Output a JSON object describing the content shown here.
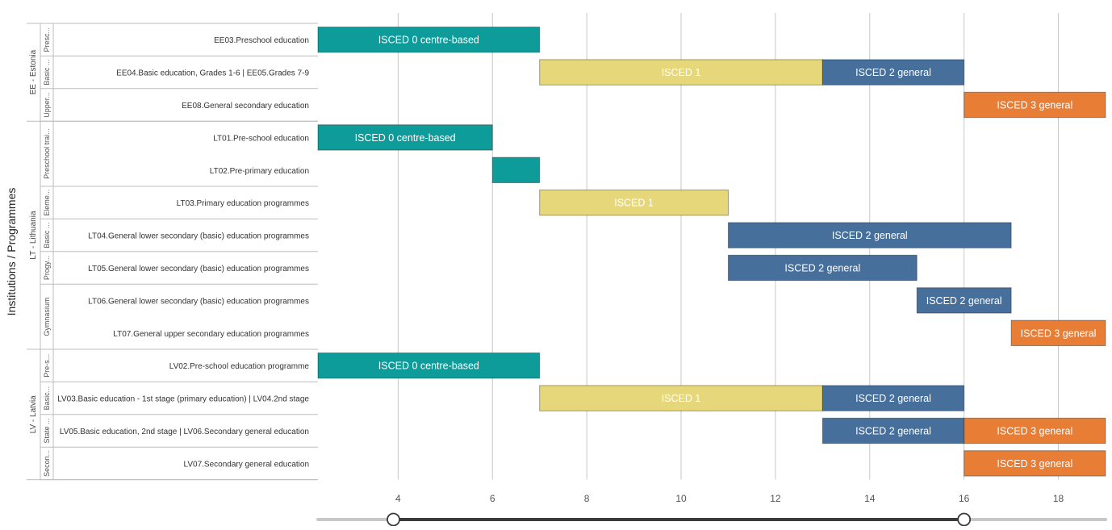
{
  "chart_data": {
    "type": "gantt-bar",
    "ylabel": "Institutions / Programmes",
    "x_ticks": [
      4,
      6,
      8,
      10,
      12,
      14,
      16,
      18
    ],
    "xlim": [
      2.3,
      19
    ],
    "slider": {
      "min_value": 3.9,
      "max_value": 16.0
    },
    "colors": {
      "ISCED 0 centre-based": "#0E9C9A",
      "ISCED 1": "#E6D87A",
      "ISCED 2 general": "#466F9B",
      "ISCED 3 general": "#E87D36"
    },
    "countries": [
      {
        "label": "EE - Estonia",
        "start_row": 0,
        "end_row": 2
      },
      {
        "label": "LT - Lithuania",
        "start_row": 3,
        "end_row": 9
      },
      {
        "label": "LV - Latvia",
        "start_row": 10,
        "end_row": 13
      }
    ],
    "institutions": [
      {
        "label": "Presc...",
        "start_row": 0,
        "end_row": 0
      },
      {
        "label": "Basic ...",
        "start_row": 1,
        "end_row": 1
      },
      {
        "label": "Upper...",
        "start_row": 2,
        "end_row": 2
      },
      {
        "label": "Preschool trai...",
        "start_row": 3,
        "end_row": 4
      },
      {
        "label": "Eleme...",
        "start_row": 5,
        "end_row": 5
      },
      {
        "label": "Basic ...",
        "start_row": 6,
        "end_row": 6
      },
      {
        "label": "Progy...",
        "start_row": 7,
        "end_row": 7
      },
      {
        "label": "Gymnasium",
        "start_row": 8,
        "end_row": 9
      },
      {
        "label": "Pre-s...",
        "start_row": 10,
        "end_row": 10
      },
      {
        "label": "Basic...",
        "start_row": 11,
        "end_row": 11
      },
      {
        "label": "State ...",
        "start_row": 12,
        "end_row": 12
      },
      {
        "label": "Secon...",
        "start_row": 13,
        "end_row": 13
      }
    ],
    "programmes": [
      "EE03.Preschool education",
      "EE04.Basic education, Grades 1-6 | EE05.Grades 7-9",
      "EE08.General secondary education",
      "LT01.Pre-school education",
      "LT02.Pre-primary education",
      "LT03.Primary education programmes",
      "LT04.General lower secondary (basic) education programmes",
      "LT05.General lower secondary (basic) education programmes",
      "LT06.General lower secondary (basic) education programmes",
      "LT07.General upper secondary education programmes",
      "LV02.Pre-school education programme",
      "LV03.Basic education - 1st stage (primary education) | LV04.2nd stage",
      "LV05.Basic education, 2nd stage | LV06.Secondary general education",
      "LV07.Secondary general education"
    ],
    "bars": [
      {
        "row": 0,
        "start": 2.3,
        "end": 7,
        "level": "ISCED 0 centre-based",
        "label": "ISCED 0 centre-based"
      },
      {
        "row": 1,
        "start": 7,
        "end": 13,
        "level": "ISCED 1",
        "label": "ISCED 1"
      },
      {
        "row": 1,
        "start": 13,
        "end": 16,
        "level": "ISCED 2 general",
        "label": "ISCED 2 general"
      },
      {
        "row": 2,
        "start": 16,
        "end": 19,
        "level": "ISCED 3 general",
        "label": "ISCED 3 general"
      },
      {
        "row": 3,
        "start": 2.3,
        "end": 6,
        "level": "ISCED 0 centre-based",
        "label": "ISCED 0 centre-based"
      },
      {
        "row": 4,
        "start": 6,
        "end": 7,
        "level": "ISCED 0 centre-based",
        "label": ""
      },
      {
        "row": 5,
        "start": 7,
        "end": 11,
        "level": "ISCED 1",
        "label": "ISCED 1"
      },
      {
        "row": 6,
        "start": 11,
        "end": 17,
        "level": "ISCED 2 general",
        "label": "ISCED 2 general"
      },
      {
        "row": 7,
        "start": 11,
        "end": 15,
        "level": "ISCED 2 general",
        "label": "ISCED 2 general"
      },
      {
        "row": 8,
        "start": 15,
        "end": 17,
        "level": "ISCED 2 general",
        "label": "ISCED 2 general"
      },
      {
        "row": 9,
        "start": 17,
        "end": 19,
        "level": "ISCED 3 general",
        "label": "ISCED 3 general"
      },
      {
        "row": 10,
        "start": 2.3,
        "end": 7,
        "level": "ISCED 0 centre-based",
        "label": "ISCED 0 centre-based"
      },
      {
        "row": 11,
        "start": 7,
        "end": 13,
        "level": "ISCED 1",
        "label": "ISCED 1"
      },
      {
        "row": 11,
        "start": 13,
        "end": 16,
        "level": "ISCED 2 general",
        "label": "ISCED 2 general"
      },
      {
        "row": 12,
        "start": 13,
        "end": 16,
        "level": "ISCED 2 general",
        "label": "ISCED 2 general"
      },
      {
        "row": 12,
        "start": 16,
        "end": 19,
        "level": "ISCED 3 general",
        "label": "ISCED 3 general"
      },
      {
        "row": 13,
        "start": 16,
        "end": 19,
        "level": "ISCED 3 general",
        "label": "ISCED 3 general"
      }
    ]
  }
}
